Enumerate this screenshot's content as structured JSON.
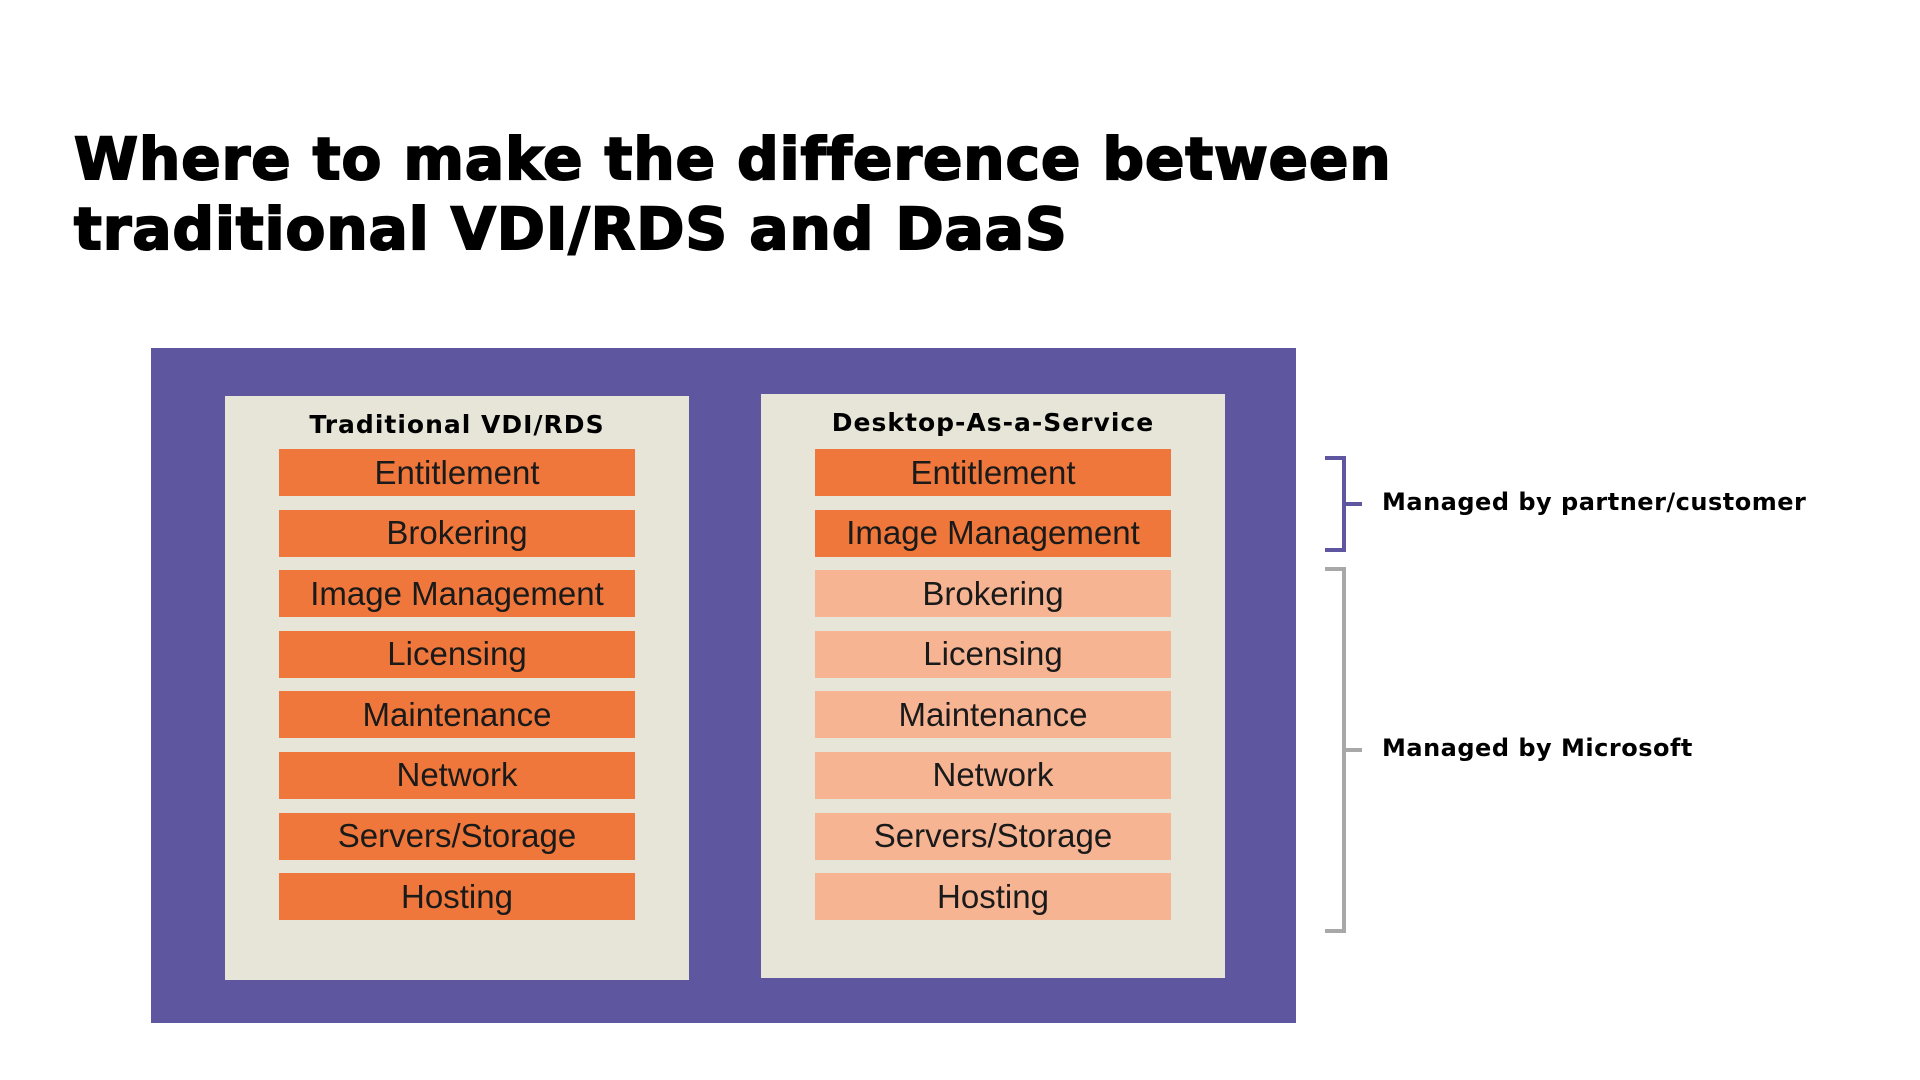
{
  "title": {
    "line1": "Where to make the difference between",
    "line2": "traditional VDI/RDS and DaaS"
  },
  "colors": {
    "frame": "#5e579f",
    "panel": "#e6e5d8",
    "customer_managed": "#ef773b",
    "microsoft_managed": "#f6b493",
    "bracket_customer": "#5e579f",
    "bracket_microsoft": "#a8a8a8"
  },
  "left_panel": {
    "title": "Traditional VDI/RDS",
    "items": [
      {
        "label": "Entitlement",
        "managed_by": "partner/customer"
      },
      {
        "label": "Brokering",
        "managed_by": "partner/customer"
      },
      {
        "label": "Image Management",
        "managed_by": "partner/customer"
      },
      {
        "label": "Licensing",
        "managed_by": "partner/customer"
      },
      {
        "label": "Maintenance",
        "managed_by": "partner/customer"
      },
      {
        "label": "Network",
        "managed_by": "partner/customer"
      },
      {
        "label": "Servers/Storage",
        "managed_by": "partner/customer"
      },
      {
        "label": "Hosting",
        "managed_by": "partner/customer"
      }
    ]
  },
  "right_panel": {
    "title": "Desktop-As-a-Service",
    "items": [
      {
        "label": "Entitlement",
        "managed_by": "partner/customer"
      },
      {
        "label": "Image Management",
        "managed_by": "partner/customer"
      },
      {
        "label": "Brokering",
        "managed_by": "Microsoft"
      },
      {
        "label": "Licensing",
        "managed_by": "Microsoft"
      },
      {
        "label": "Maintenance",
        "managed_by": "Microsoft"
      },
      {
        "label": "Network",
        "managed_by": "Microsoft"
      },
      {
        "label": "Servers/Storage",
        "managed_by": "Microsoft"
      },
      {
        "label": "Hosting",
        "managed_by": "Microsoft"
      }
    ]
  },
  "legend": {
    "customer_label": "Managed by partner/customer",
    "microsoft_label": "Managed by Microsoft"
  }
}
